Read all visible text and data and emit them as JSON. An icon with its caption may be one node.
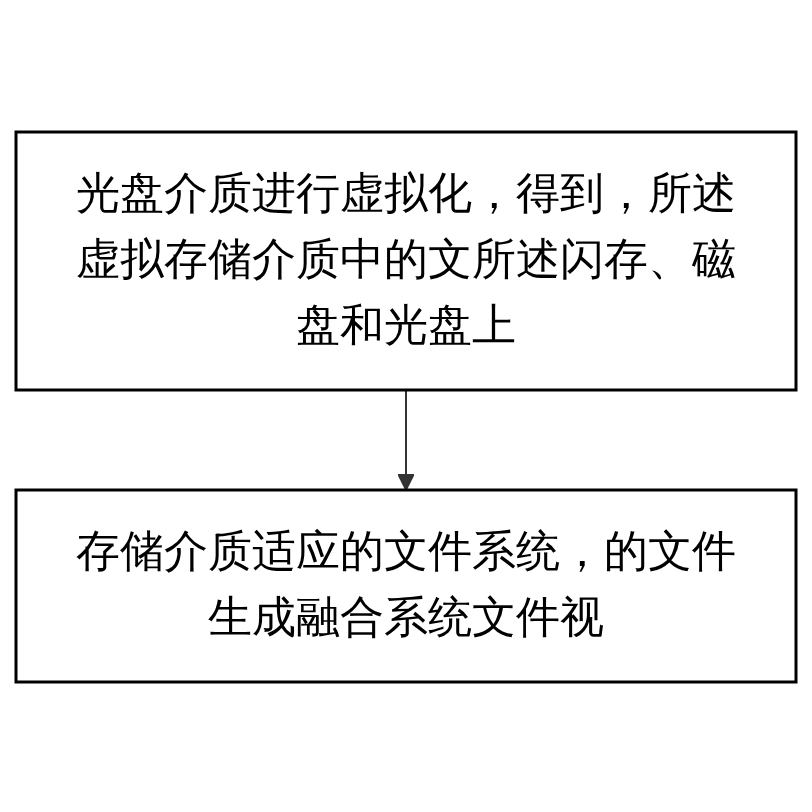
{
  "diagram": {
    "nodes": [
      {
        "text": [
          "光盘介质进行虚拟化，得到，所述虚拟存储介质中的文所述闪存、磁盘和光盘上"
        ]
      },
      {
        "text": [
          "存储介质适应的文件系统，的文件生成融合系统文件视"
        ]
      }
    ],
    "edges": [
      {
        "from": 0,
        "to": 1,
        "arrow": "to"
      }
    ]
  }
}
